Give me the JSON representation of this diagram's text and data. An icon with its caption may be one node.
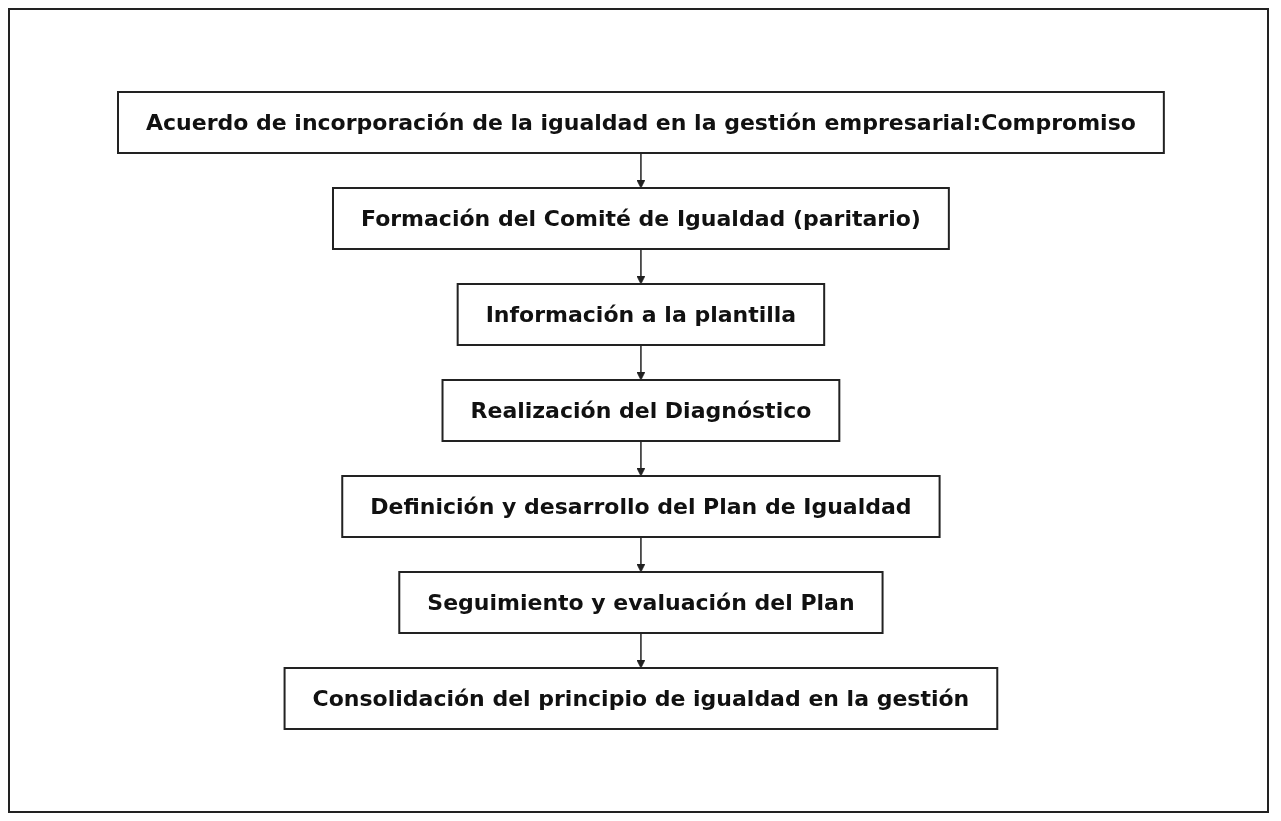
{
  "diagram": {
    "nodes": [
      {
        "text": [
          "Acuerdo de incorporación de la igualdad en la gestión empresarial:Compromiso"
        ]
      },
      {
        "text": [
          "Formación del Comité de Igualdad (paritario)"
        ]
      },
      {
        "text": [
          "Información a la plantilla"
        ]
      },
      {
        "text": [
          "Realización del Diagnóstico"
        ]
      },
      {
        "text": [
          "Definición y desarrollo del Plan de Igualdad"
        ]
      },
      {
        "text": [
          "Seguimiento y evaluación del Plan"
        ]
      },
      {
        "text": [
          "Consolidación del principio de igualdad en la gestión"
        ]
      }
    ],
    "edges": [
      {
        "from": 0,
        "to": 1,
        "arrow": "to"
      },
      {
        "from": 1,
        "to": 2,
        "arrow": "to"
      },
      {
        "from": 2,
        "to": 3,
        "arrow": "to"
      },
      {
        "from": 3,
        "to": 4,
        "arrow": "to"
      },
      {
        "from": 4,
        "to": 5,
        "arrow": "to"
      },
      {
        "from": 5,
        "to": 6,
        "arrow": "to"
      }
    ]
  }
}
